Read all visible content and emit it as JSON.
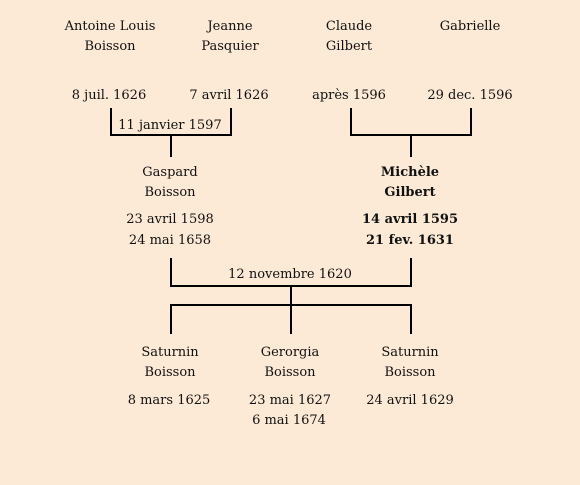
{
  "generation1": [
    {
      "first": "Antoine Louis",
      "last": "Boisson",
      "date": "8 juil. 1626"
    },
    {
      "first": "Jeanne",
      "last": "Pasquier",
      "date": "7 avril 1626"
    },
    {
      "first": "Claude",
      "last": "Gilbert",
      "date": "après 1596"
    },
    {
      "first": "Gabrielle",
      "last": "",
      "date": "29 dec. 1596"
    }
  ],
  "marriage1": "11 janvier 1597",
  "generation2": [
    {
      "first": "Gaspard",
      "last": "Boisson",
      "birth": "23 avril 1598",
      "death": "24 mai 1658"
    },
    {
      "first": "Michèle",
      "last": "Gilbert",
      "birth": "14 avril 1595",
      "death": "21 fev. 1631"
    }
  ],
  "marriage2": "12 novembre 1620",
  "children": [
    {
      "first": "Saturnin",
      "last": "Boisson",
      "birth": "8 mars 1625",
      "death": ""
    },
    {
      "first": "Gerorgia",
      "last": "Boisson",
      "birth": "23 mai 1627",
      "death": "6 mai 1674"
    },
    {
      "first": "Saturnin",
      "last": "Boisson",
      "birth": "24 avril 1629",
      "death": ""
    }
  ]
}
